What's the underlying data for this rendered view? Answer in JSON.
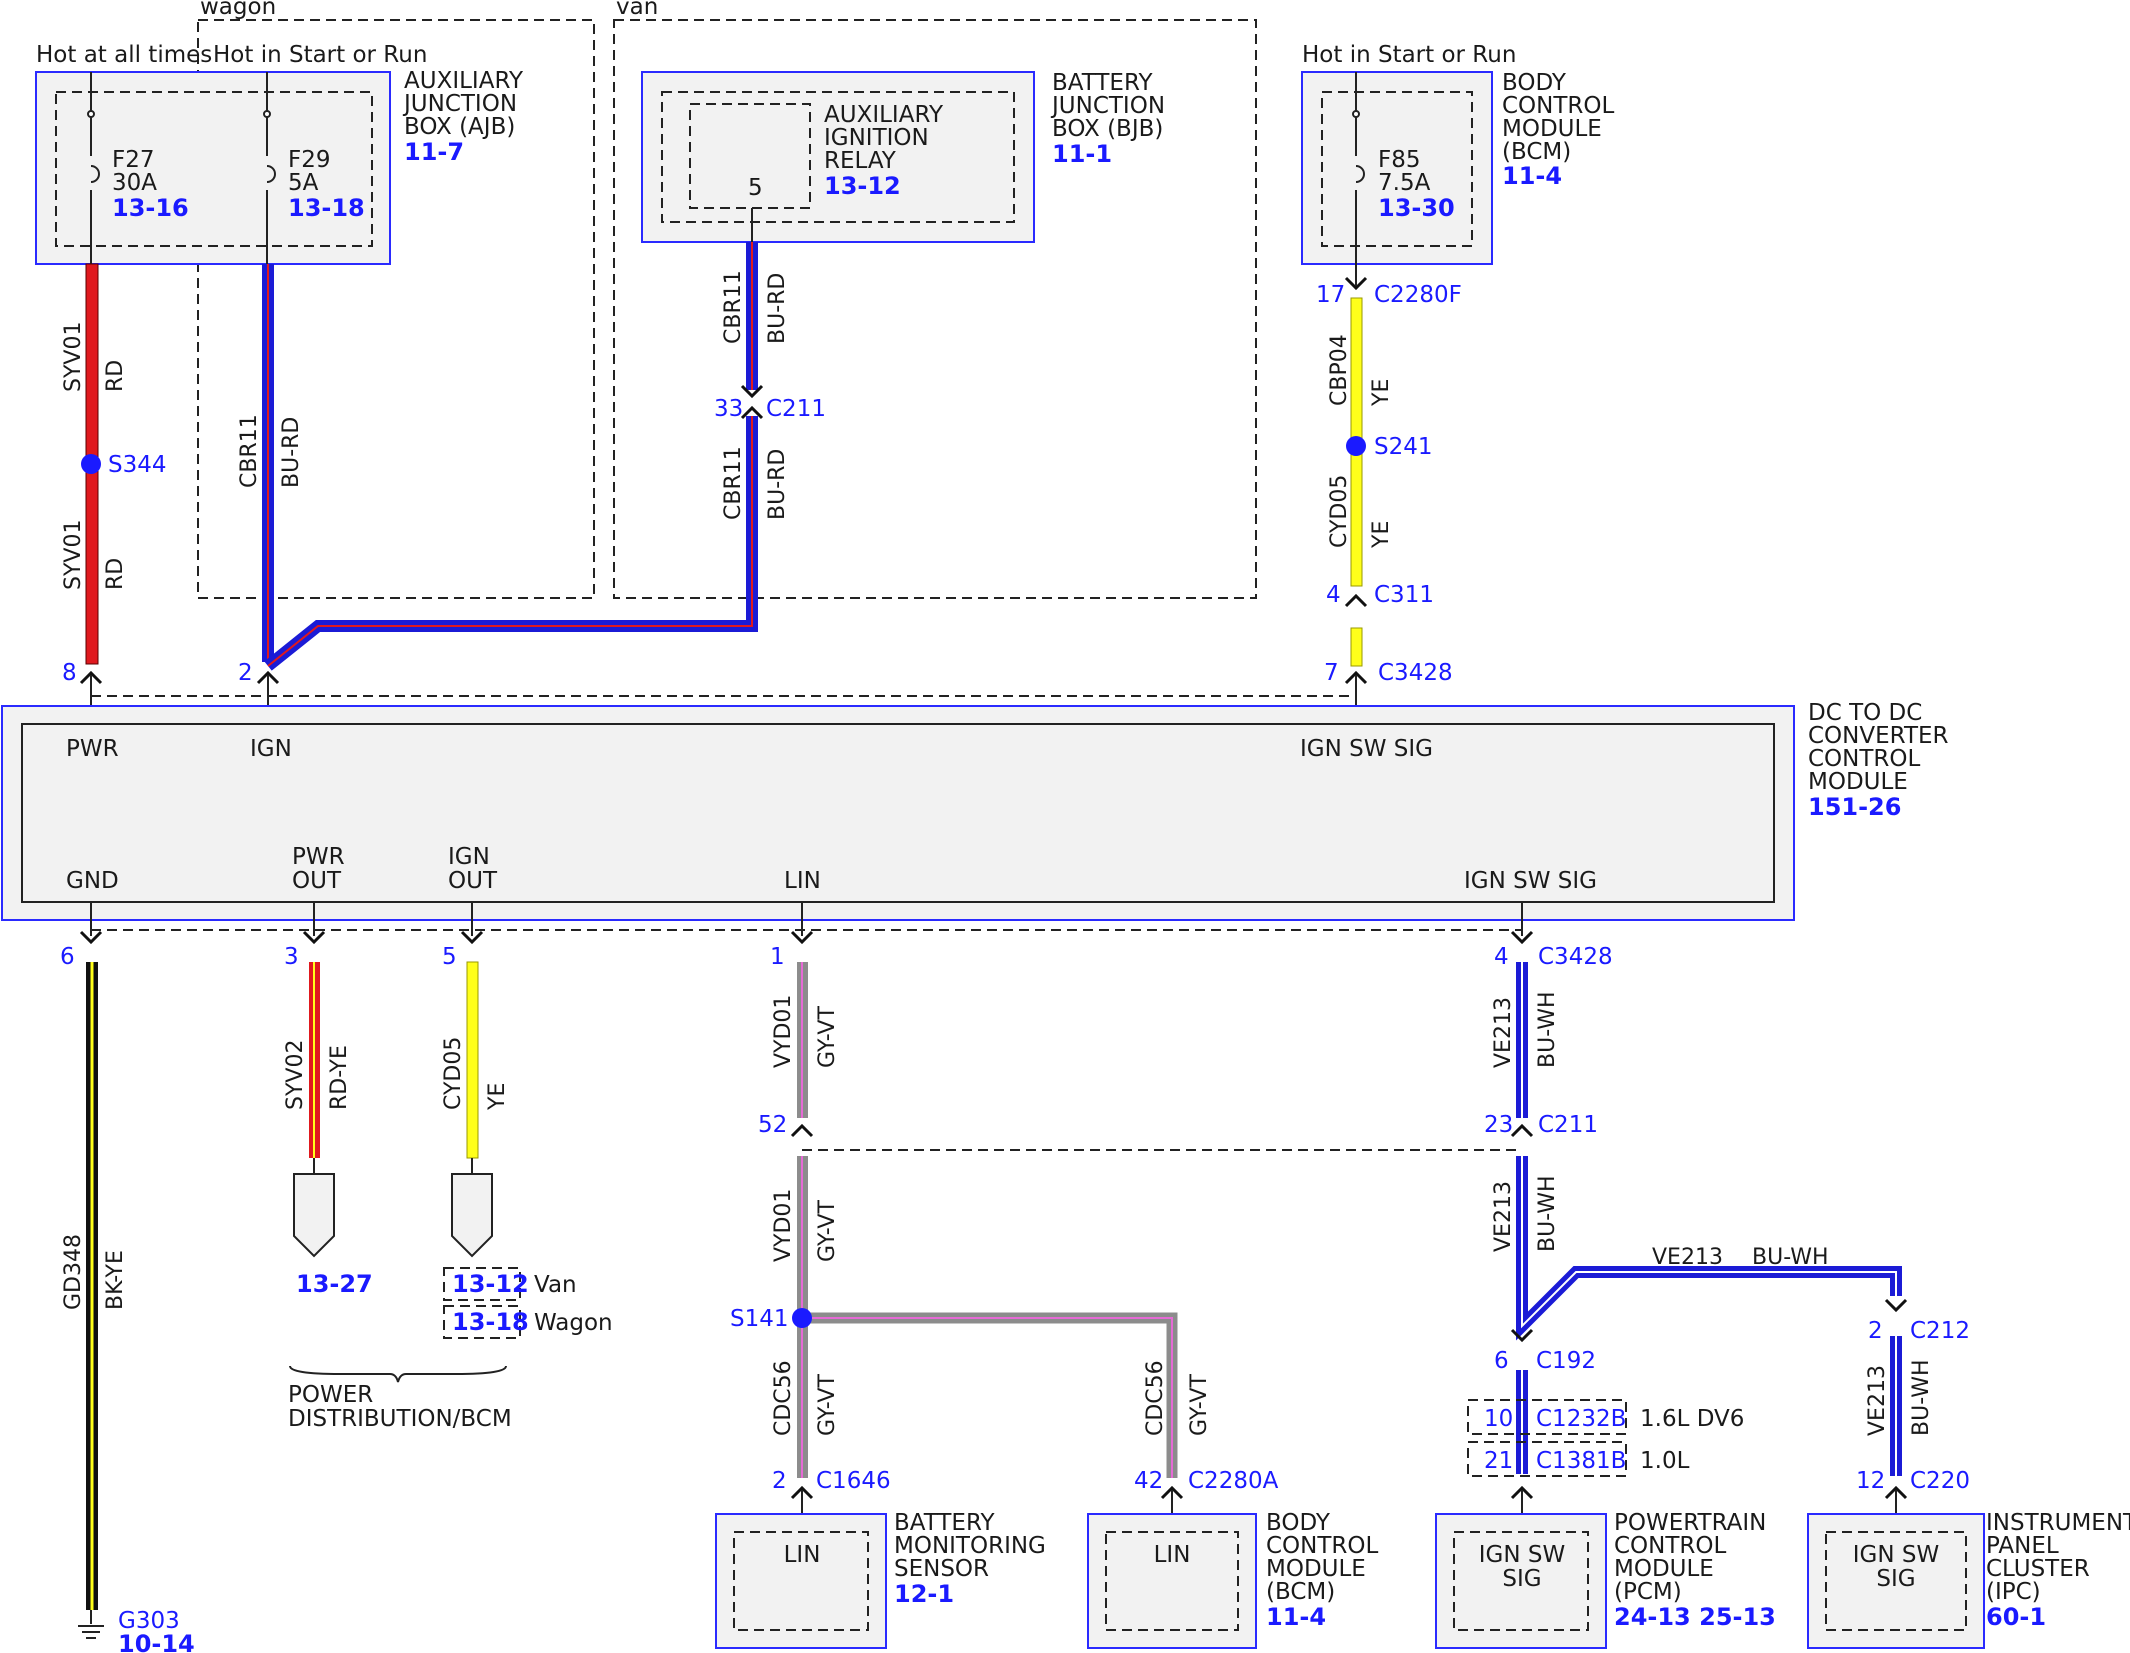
{
  "header": {
    "wagon": "wagon",
    "van": "van",
    "hot_all": "Hot at all times",
    "hot_start_ajb": "Hot in Start or Run",
    "hot_start_bcm": "Hot in Start or Run"
  },
  "ajb": {
    "label": [
      "AUXILIARY",
      "JUNCTION",
      "BOX (AJB)"
    ],
    "ref": "11-7",
    "f27": {
      "name": "F27",
      "amp": "30A",
      "ref": "13-16"
    },
    "f29": {
      "name": "F29",
      "amp": "5A",
      "ref": "13-18"
    }
  },
  "bjb": {
    "label": [
      "BATTERY",
      "JUNCTION",
      "BOX (BJB)"
    ],
    "ref": "11-1",
    "relay": [
      "AUXILIARY",
      "IGNITION",
      "RELAY"
    ],
    "relay_ref": "13-12",
    "pin": "5"
  },
  "bcm_top": {
    "label": [
      "BODY",
      "CONTROL",
      "MODULE",
      "(BCM)"
    ],
    "ref": "11-4",
    "fuse": {
      "name": "F85",
      "amp": "7.5A",
      "ref": "13-30"
    }
  },
  "wires_top": {
    "syv01_a": {
      "circuit": "SYV01",
      "color": "RD"
    },
    "syv01_b": {
      "circuit": "SYV01",
      "color": "RD"
    },
    "s344": "S344",
    "pin8": "8",
    "cbr11_ajb": {
      "circuit": "CBR11",
      "color": "BU-RD"
    },
    "pin2": "2",
    "cbr11_bjb_a": {
      "circuit": "CBR11",
      "color": "BU-RD"
    },
    "c211_top": {
      "pin": "33",
      "conn": "C211"
    },
    "cbr11_bjb_b": {
      "circuit": "CBR11",
      "color": "BU-RD"
    },
    "c2280f": {
      "pin": "17",
      "conn": "C2280F"
    },
    "cbp04": {
      "circuit": "CBP04",
      "color": "YE"
    },
    "s241": "S241",
    "cyd05_top": {
      "circuit": "CYD05",
      "color": "YE"
    },
    "c311": {
      "pin": "4",
      "conn": "C311"
    },
    "c3428_top": {
      "pin": "7",
      "conn": "C3428"
    }
  },
  "module": {
    "label": [
      "DC TO DC",
      "CONVERTER",
      "CONTROL",
      "MODULE"
    ],
    "ref": "151-26",
    "pwr": "PWR",
    "ign": "IGN",
    "ign_sw_top": "IGN SW SIG",
    "gnd": "GND",
    "pwr_out": [
      "PWR",
      "OUT"
    ],
    "ign_out": [
      "IGN",
      "OUT"
    ],
    "lin": "LIN",
    "ign_sw_bot": "IGN SW SIG"
  },
  "wires_bottom": {
    "pin6": "6",
    "gd348": {
      "circuit": "GD348",
      "color": "BK-YE"
    },
    "g303": "G303",
    "g303_ref": "10-14",
    "pin3": "3",
    "syv02": {
      "circuit": "SYV02",
      "color": "RD-YE"
    },
    "ref_1327": "13-27",
    "pin5": "5",
    "cyd05_bot": {
      "circuit": "CYD05",
      "color": "YE"
    },
    "ref_1312": "13-12",
    "van": "Van",
    "ref_1318": "13-18",
    "wagon": "Wagon",
    "power_dist": [
      "POWER",
      "DISTRIBUTION/BCM"
    ],
    "pin1": "1",
    "vyd01_a": {
      "circuit": "VYD01",
      "color": "GY-VT"
    },
    "pin52": "52",
    "vyd01_b": {
      "circuit": "VYD01",
      "color": "GY-VT"
    },
    "s141": "S141",
    "cdc56_a": {
      "circuit": "CDC56",
      "color": "GY-VT"
    },
    "c1646": {
      "pin": "2",
      "conn": "C1646"
    },
    "cdc56_b": {
      "circuit": "CDC56",
      "color": "GY-VT"
    },
    "c2280a": {
      "pin": "42",
      "conn": "C2280A"
    },
    "c3428_bot": {
      "pin": "4",
      "conn": "C3428"
    },
    "ve213_a": {
      "circuit": "VE213",
      "color": "BU-WH"
    },
    "c211_bot": {
      "pin": "23",
      "conn": "C211"
    },
    "ve213_b": {
      "circuit": "VE213",
      "color": "BU-WH"
    },
    "ve213_h": {
      "circuit": "VE213",
      "color": "BU-WH"
    },
    "c212": {
      "pin": "2",
      "conn": "C212"
    },
    "ve213_c": {
      "circuit": "VE213",
      "color": "BU-WH"
    },
    "c220": {
      "pin": "12",
      "conn": "C220"
    },
    "c192": {
      "pin": "6",
      "conn": "C192"
    },
    "c1232b": {
      "pin": "10",
      "conn": "C1232B",
      "note": "1.6L DV6"
    },
    "c1381b": {
      "pin": "21",
      "conn": "C1381B",
      "note": "1.0L"
    }
  },
  "modules_bottom": {
    "bms": {
      "pin": "LIN",
      "label": [
        "BATTERY",
        "MONITORING",
        "SENSOR"
      ],
      "ref": "12-1"
    },
    "bcm": {
      "pin": "LIN",
      "label": [
        "BODY",
        "CONTROL",
        "MODULE",
        "(BCM)"
      ],
      "ref": "11-4"
    },
    "pcm": {
      "pin": [
        "IGN SW",
        "SIG"
      ],
      "label": [
        "POWERTRAIN",
        "CONTROL",
        "MODULE",
        "(PCM)"
      ],
      "ref": "24-13 25-13"
    },
    "ipc": {
      "pin": [
        "IGN SW",
        "SIG"
      ],
      "label": [
        "INSTRUMENT",
        "PANEL",
        "CLUSTER",
        "(IPC)"
      ],
      "ref": "60-1"
    }
  },
  "colors": {
    "red": "#e0191e",
    "blue": "#1b1bd6",
    "yellow": "#ffff1a",
    "gray": "#8c8c8c",
    "violet": "#e66ad6",
    "black": "#111111",
    "text_blue": "#1a1aff"
  }
}
